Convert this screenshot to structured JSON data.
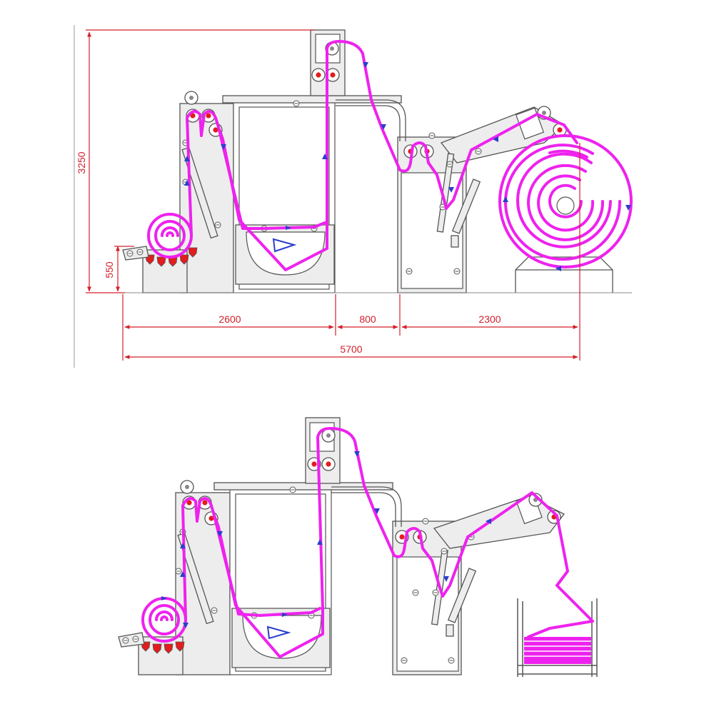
{
  "colors": {
    "fabric": "#ee22ee",
    "dimension": "#d4202a",
    "arrow": "#2a3fcc",
    "machine": "#555555",
    "machine_fill": "#ededed",
    "roller_center": "#e11d1d"
  },
  "dimensions": {
    "height_total": "3250",
    "height_low": "550",
    "width_section_1": "2600",
    "width_section_2": "800",
    "width_section_3": "2300",
    "width_total": "5700"
  },
  "views": [
    {
      "id": "top",
      "output": "roll-winder"
    },
    {
      "id": "bottom",
      "output": "folding-cart"
    }
  ]
}
